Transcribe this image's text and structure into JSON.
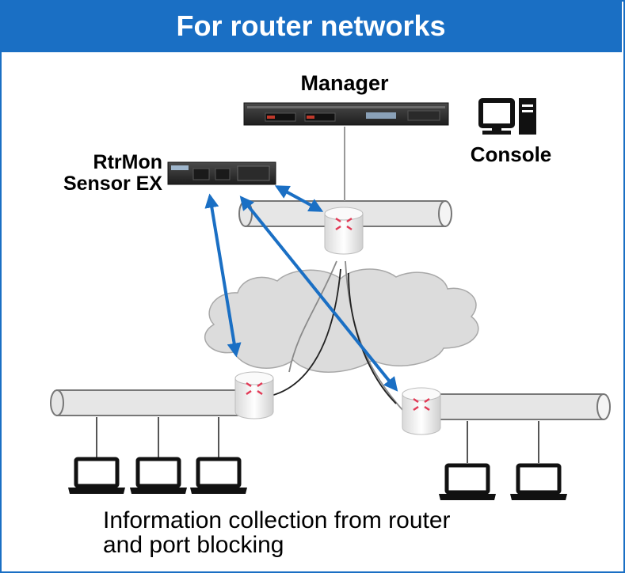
{
  "header": {
    "title": "For router networks"
  },
  "nodes": {
    "manager": "Manager",
    "console": "Console",
    "sensor_line1": "RtrMon",
    "sensor_line2": "Sensor EX"
  },
  "caption": {
    "line1": "Information collection from router",
    "line2": "and port blocking"
  },
  "colors": {
    "header_bg": "#1a6fc4",
    "arrow": "#1a6fc4",
    "segment_fill": "#e6e6e6",
    "router_mark": "#e23a56"
  },
  "icons": [
    "server-icon",
    "console-computer-icon",
    "sensor-appliance-icon",
    "router-icon",
    "cloud-icon",
    "laptop-icon"
  ]
}
